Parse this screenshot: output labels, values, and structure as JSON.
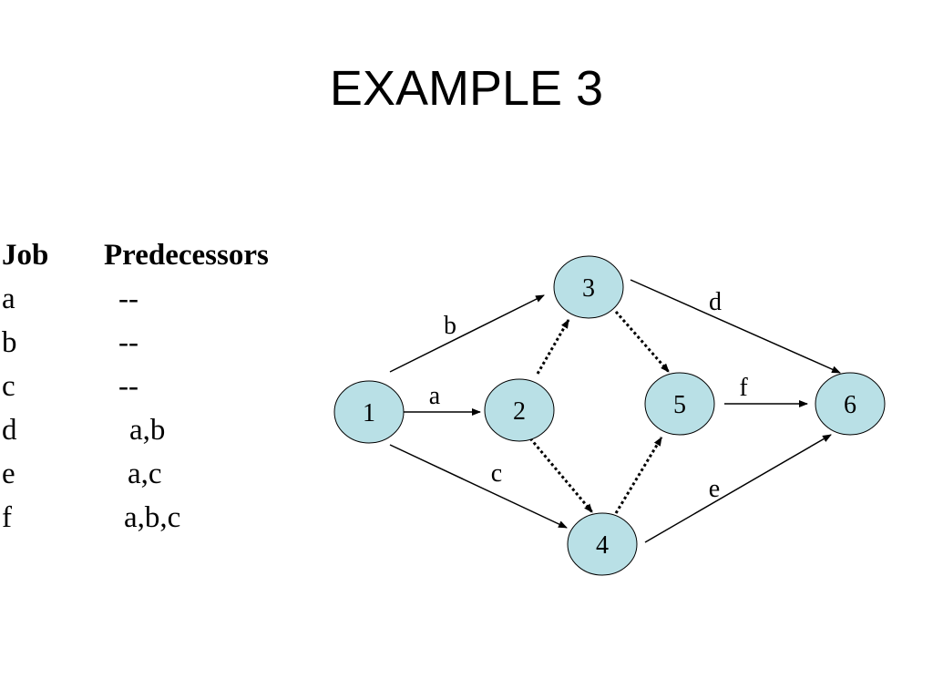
{
  "slide": {
    "title": "EXAMPLE 3"
  },
  "table": {
    "header": {
      "job": "Job",
      "predecessors": "Predecessors"
    },
    "rows": [
      {
        "job": "a",
        "predecessors": "--"
      },
      {
        "job": "b",
        "predecessors": "--"
      },
      {
        "job": "c",
        "predecessors": "--"
      },
      {
        "job": "d",
        "predecessors": "a,b"
      },
      {
        "job": "e",
        "predecessors": "a,c"
      },
      {
        "job": "f",
        "predecessors": "a,b,c"
      }
    ]
  },
  "network": {
    "node_fill": "#b9e0e6",
    "nodes": [
      {
        "id": "1",
        "label": "1"
      },
      {
        "id": "2",
        "label": "2"
      },
      {
        "id": "3",
        "label": "3"
      },
      {
        "id": "4",
        "label": "4"
      },
      {
        "id": "5",
        "label": "5"
      },
      {
        "id": "6",
        "label": "6"
      }
    ],
    "edges": [
      {
        "from": "1",
        "to": "2",
        "label": "a",
        "style": "solid"
      },
      {
        "from": "1",
        "to": "3",
        "label": "b",
        "style": "solid"
      },
      {
        "from": "1",
        "to": "4",
        "label": "c",
        "style": "solid"
      },
      {
        "from": "3",
        "to": "6",
        "label": "d",
        "style": "solid"
      },
      {
        "from": "4",
        "to": "6",
        "label": "e",
        "style": "solid"
      },
      {
        "from": "5",
        "to": "6",
        "label": "f",
        "style": "solid"
      },
      {
        "from": "2",
        "to": "3",
        "label": "",
        "style": "dummy"
      },
      {
        "from": "2",
        "to": "4",
        "label": "",
        "style": "dummy"
      },
      {
        "from": "3",
        "to": "5",
        "label": "",
        "style": "dummy"
      },
      {
        "from": "4",
        "to": "5",
        "label": "",
        "style": "dummy"
      }
    ]
  }
}
